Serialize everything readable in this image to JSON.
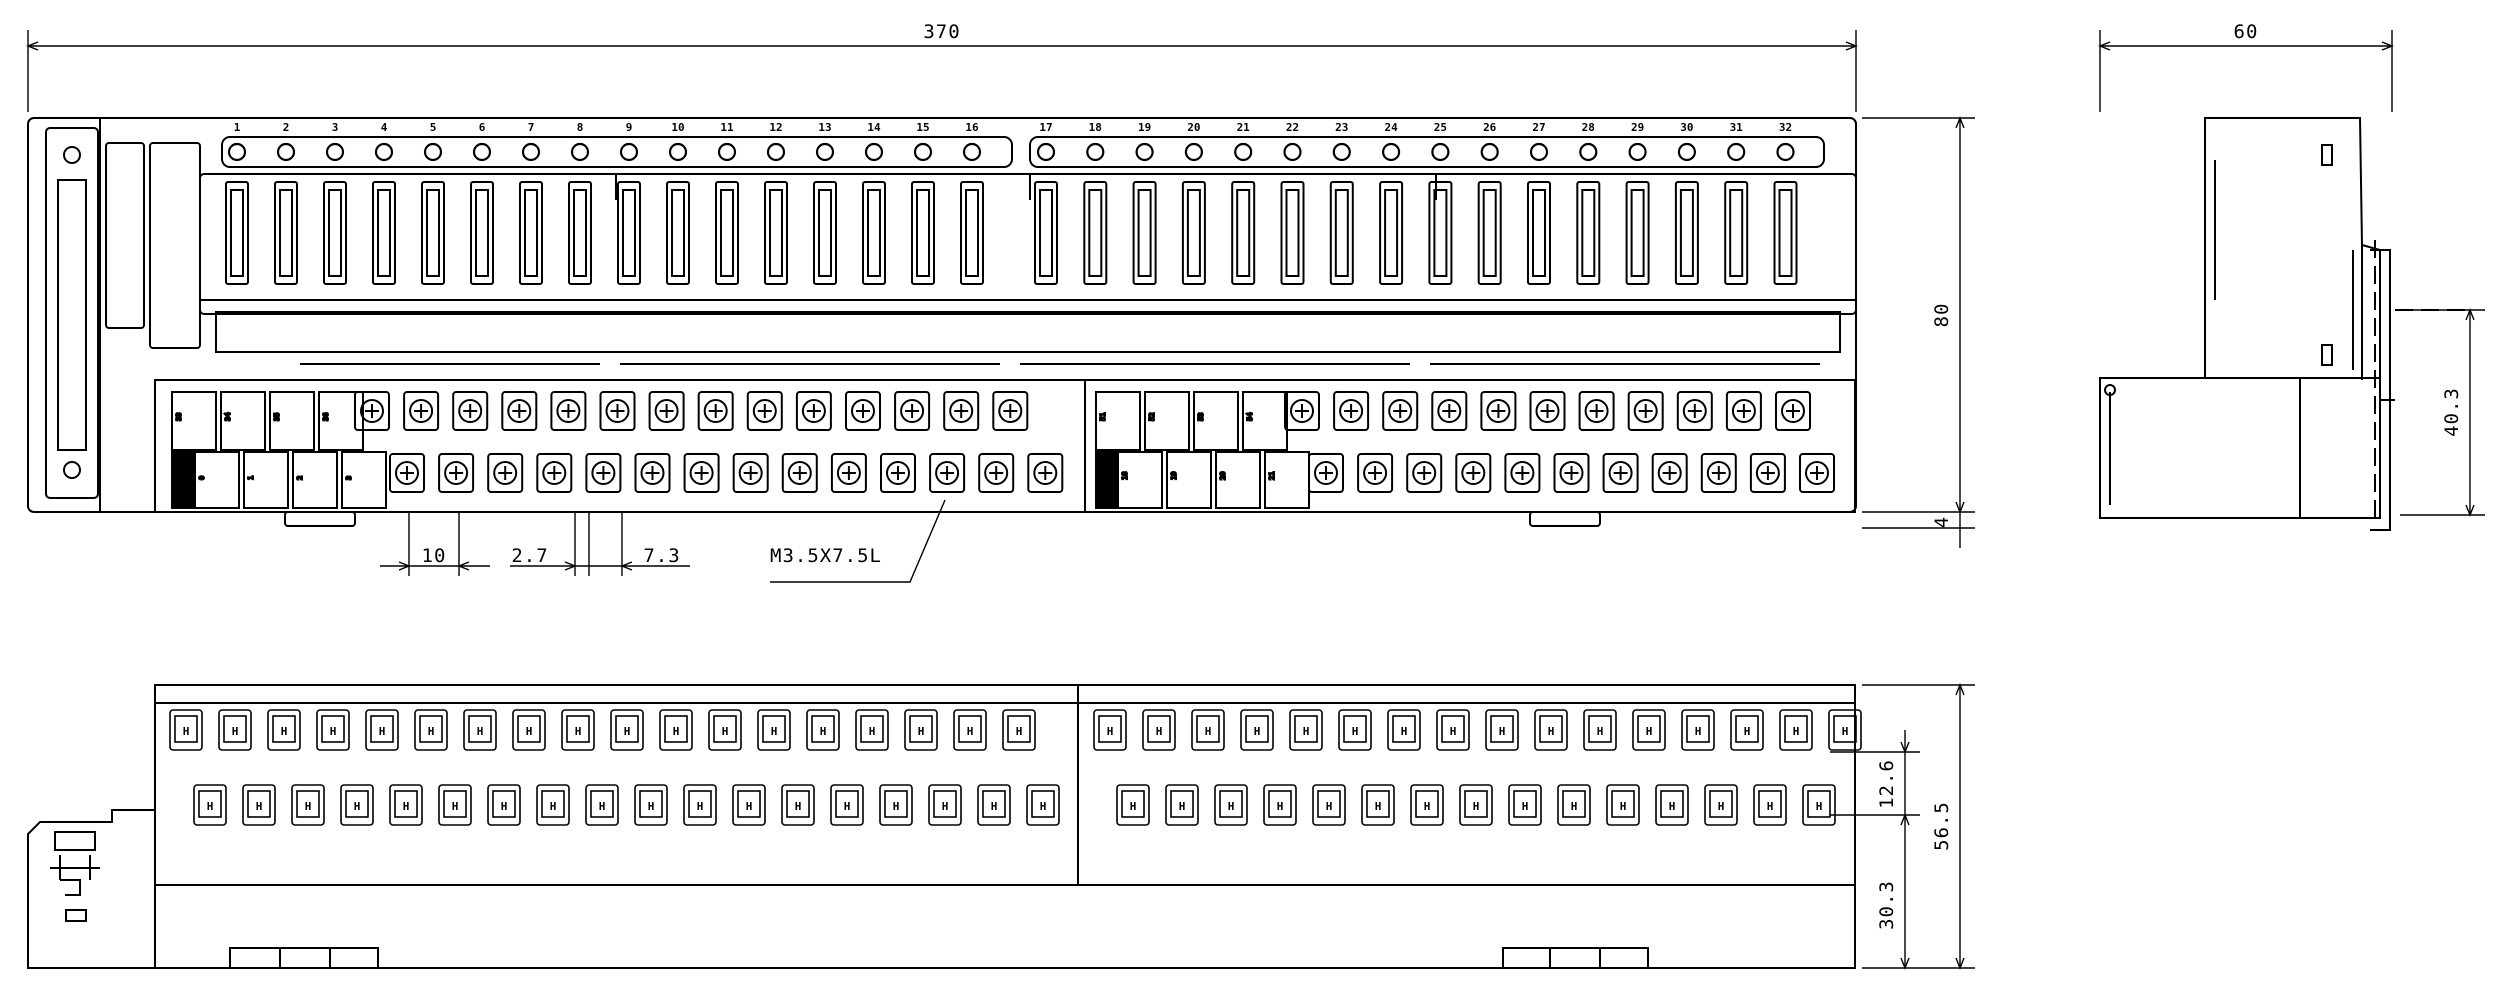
{
  "dimensions": {
    "width_total": "370",
    "side_width": "60",
    "height": "80",
    "height_side": "40.3",
    "bottom_gap": "4",
    "pitch": "10",
    "gap_small": "2.7",
    "gap_large": "7.3",
    "screw_spec": "M3.5X7.5L",
    "height_bottom": "56.5",
    "offset_upper": "12.6",
    "offset_lower": "30.3"
  },
  "channel_numbers": [
    "1",
    "2",
    "3",
    "4",
    "5",
    "6",
    "7",
    "8",
    "9",
    "10",
    "11",
    "12",
    "13",
    "14",
    "15",
    "16",
    "17",
    "18",
    "19",
    "20",
    "21",
    "22",
    "23",
    "24",
    "25",
    "26",
    "27",
    "28",
    "29",
    "30",
    "31",
    "32"
  ],
  "terminal_labels": {
    "left_top": [
      "33",
      "34",
      "35",
      "36"
    ],
    "left_bottom": [
      "0",
      "1",
      "2",
      "3"
    ],
    "right_top": [
      "51",
      "52",
      "53",
      "54"
    ],
    "right_bottom": [
      "18",
      "19",
      "20",
      "21"
    ]
  },
  "terminal_glyph": "H"
}
